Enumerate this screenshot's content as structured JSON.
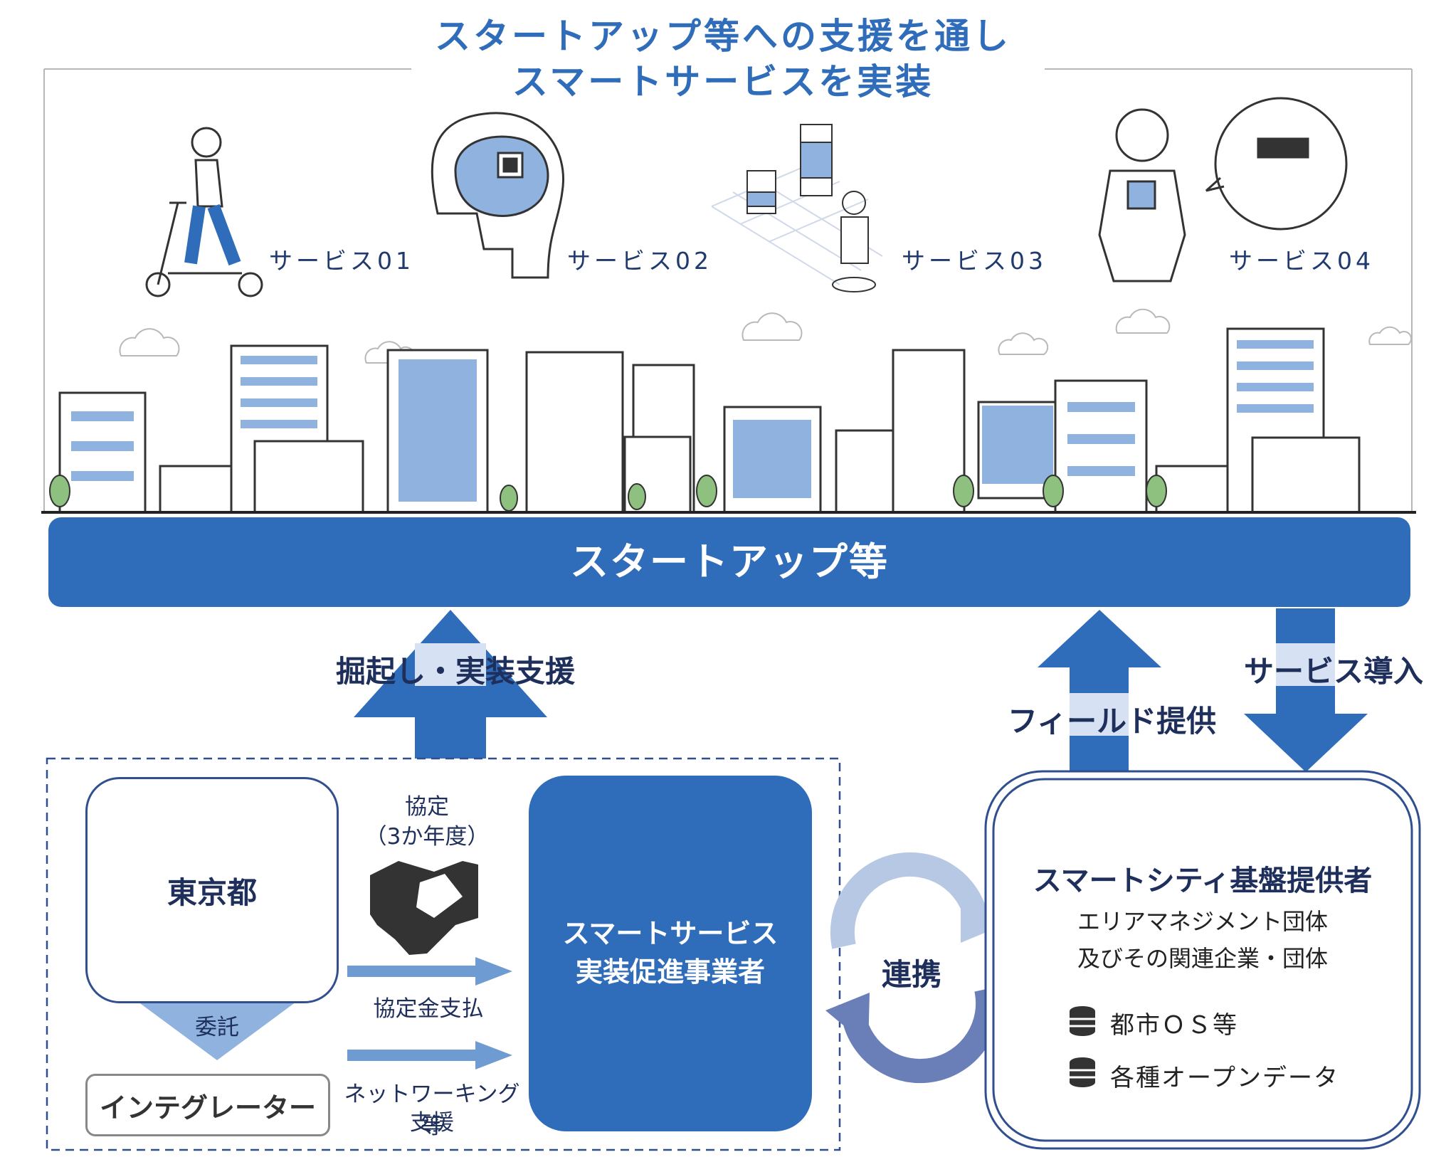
{
  "header": {
    "title_line1": "スタートアップ等への支援を通し",
    "title_line2": "スマートサービスを実装"
  },
  "services": [
    {
      "label": "サービス01",
      "icon": "kick-scooter-icon"
    },
    {
      "label": "サービス02",
      "icon": "ai-brain-icon"
    },
    {
      "label": "サービス03",
      "icon": "vr-city-icon"
    },
    {
      "label": "サービス04",
      "icon": "robot-vr-icon"
    }
  ],
  "startups_bar": {
    "label": "スタートアップ等"
  },
  "flows": {
    "discovery": "掘起し・実装支援",
    "field": "フィールド提供",
    "service_intro": "サービス導入",
    "collaboration": "連携"
  },
  "tokyo": {
    "label": "東京都",
    "entrust": "委託",
    "integrator": "インテグレーター"
  },
  "agreement": {
    "line1": "協定",
    "line2": "（3か年度）",
    "payment": "協定金支払",
    "network_line1": "ネットワーキング等",
    "network_line2": "支援"
  },
  "operator": {
    "line1": "スマートサービス",
    "line2": "実装促進事業者"
  },
  "platform": {
    "title": "スマートシティ基盤提供者",
    "sub1": "エリアマネジメント団体",
    "sub2": "及びその関連企業・団体",
    "items": [
      "都市ＯＳ等",
      "各種オープンデータ"
    ]
  },
  "colors": {
    "primary_blue": "#2f6cb9",
    "navy": "#1f2f5c",
    "light_blue": "#8fb3de"
  }
}
